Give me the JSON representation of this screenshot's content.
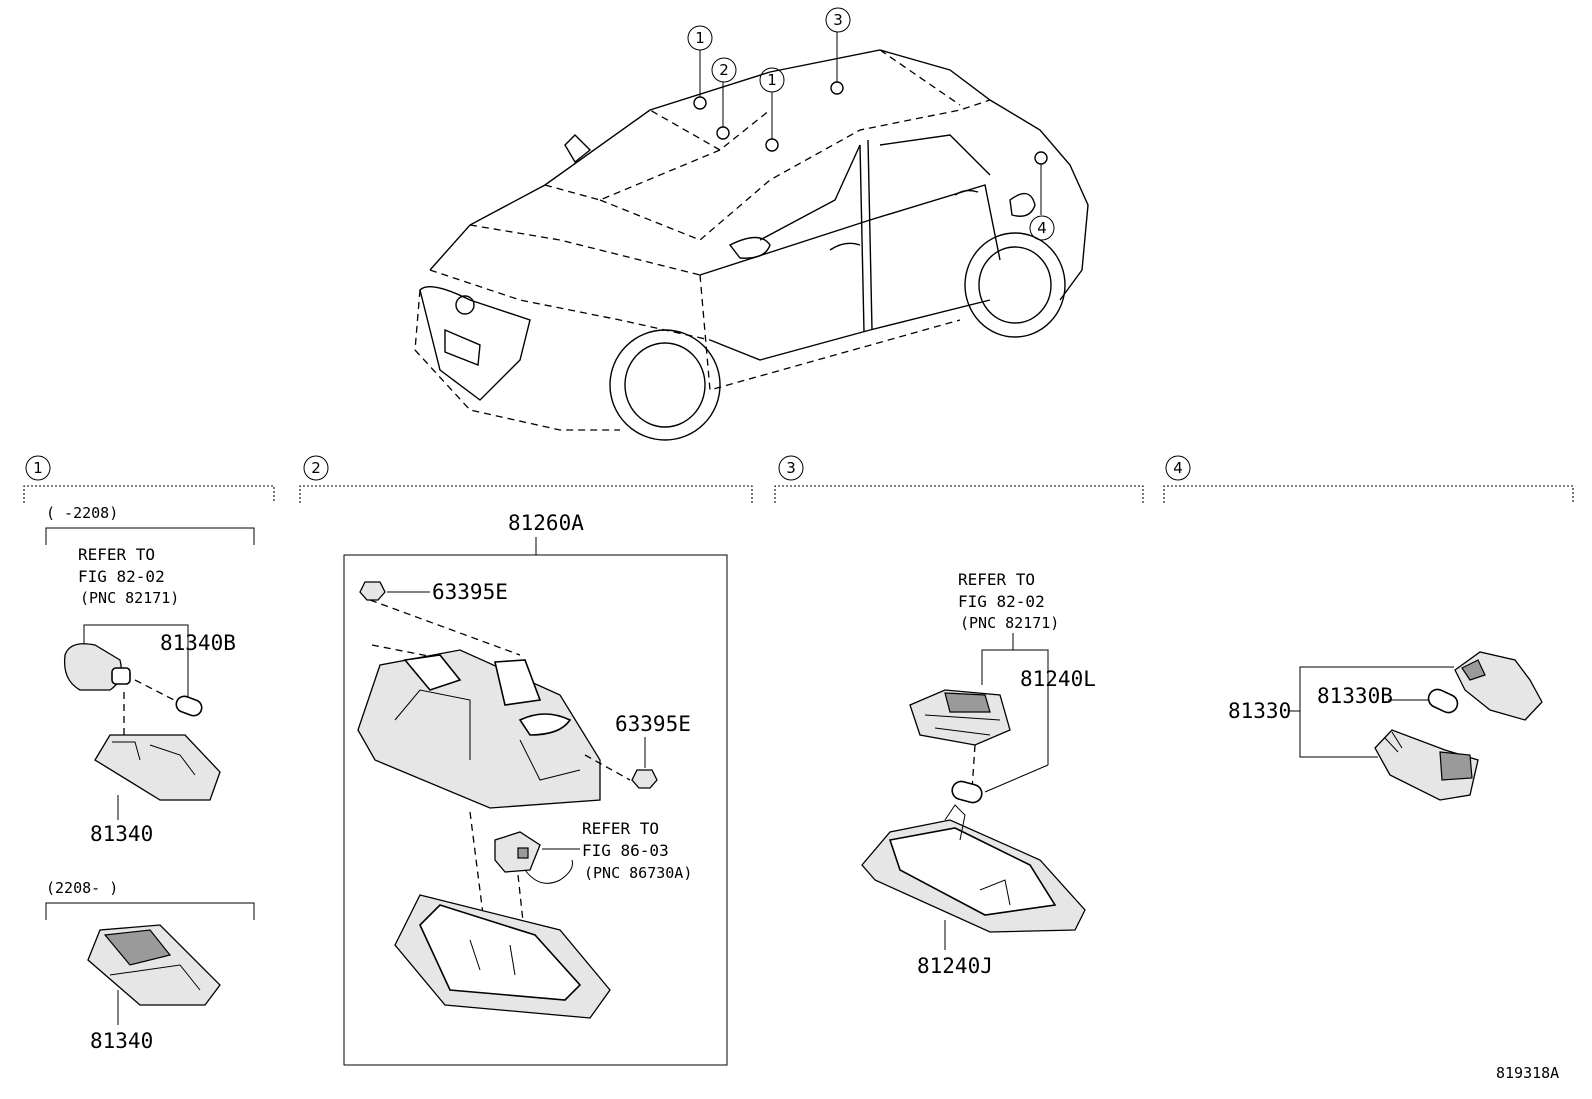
{
  "callouts": {
    "c1": "1",
    "c2": "2",
    "c3": "3",
    "c4": "4"
  },
  "section1": {
    "date_range_a": "(     -2208)",
    "refer_line1": "REFER TO",
    "refer_line2": "FIG 82-02",
    "refer_line3": "(PNC 82171)",
    "bulb": "81340B",
    "lamp_a": "81340",
    "date_range_b": "(2208-     )",
    "lamp_b": "81340"
  },
  "section2": {
    "assembly": "81260A",
    "clip_top": "63395E",
    "clip_right": "63395E",
    "refer_line1": "REFER TO",
    "refer_line2": "FIG 86-03",
    "refer_line3": "(PNC 86730A)"
  },
  "section3": {
    "refer_line1": "REFER TO",
    "refer_line2": "FIG 82-02",
    "refer_line3": "(PNC 82171)",
    "bulb": "81240L",
    "lamp": "81240J"
  },
  "section4": {
    "assembly": "81330",
    "bulb": "81330B"
  },
  "figure_id": "819318A"
}
